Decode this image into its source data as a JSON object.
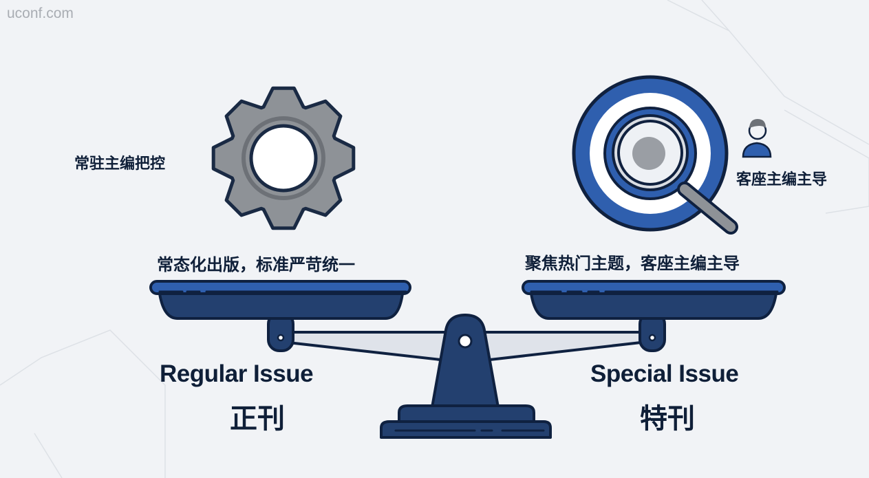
{
  "watermark": "uconf.com",
  "left": {
    "icon": "gear-icon",
    "side_label": "常驻主编把控",
    "caption": "常态化出版，标准严苛统一",
    "title_en": "Regular Issue",
    "title_cn": "正刊"
  },
  "right": {
    "icon": "magnifier-target-icon",
    "person_icon": "person-icon",
    "side_label": "客座主编主导",
    "caption": "聚焦热门主题，客座主编主导",
    "title_en": "Special Issue",
    "title_cn": "特刊"
  },
  "colors": {
    "navy": "#23406f",
    "outline": "#0f2140",
    "blue": "#2f5fae",
    "gear": "#8e9297"
  }
}
